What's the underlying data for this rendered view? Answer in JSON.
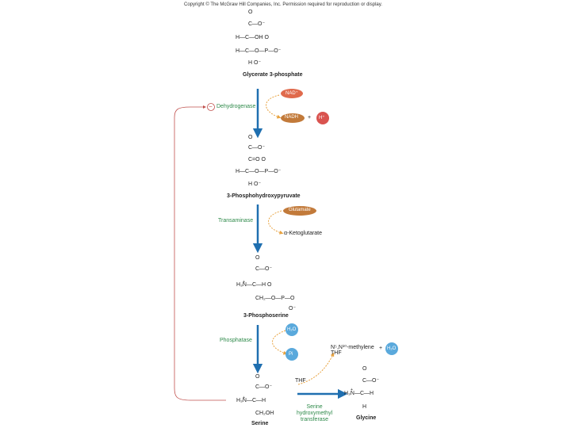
{
  "copyright": "Copyright © The McGraw Hill Companies, Inc. Permission required for reproduction or display.",
  "molecules": {
    "glycerate3p": {
      "name": "Glycerate 3-phosphate",
      "rows": [
        "O",
        "C—O⁻",
        "H—C—OH   O",
        "H—C—O—P—O⁻",
        "H              O⁻"
      ],
      "o_top": "O",
      "o_bottom": "O⁻"
    },
    "phosphohydroxypyruvate": {
      "name": "3-Phosphohydroxypyruvate",
      "rows": [
        "O",
        "C—O⁻",
        "C=O    O",
        "H—C—O—P—O⁻",
        "H              O⁻"
      ],
      "o_top": "O",
      "o_bottom": "O⁻"
    },
    "phosphoserine": {
      "name": "3-Phosphoserine",
      "rows": [
        "O",
        "C—O⁻",
        "H₃N—C—H          O",
        "CH₂—O—P—O",
        "O⁻"
      ],
      "plus": "+"
    },
    "serine": {
      "name": "Serine",
      "rows": [
        "O",
        "C—O⁻",
        "H₃N—C—H",
        "CH₂OH"
      ],
      "plus": "+"
    },
    "glycine": {
      "name": "Glycine",
      "rows": [
        "O",
        "C—O⁻",
        "H₃N—C—H",
        "H"
      ],
      "plus": "+"
    }
  },
  "enzymes": {
    "dehydrogenase": "Dehydrogenase",
    "transaminase": "Transaminase",
    "phosphatase": "Phosphatase",
    "shmt": [
      "Serine",
      "hydroxymethyl",
      "transferase"
    ]
  },
  "inhibition_symbol": "−",
  "cofactors": {
    "nad": "NAD⁺",
    "nadh": "NADH",
    "plus1": "+",
    "hplus": "H⁺",
    "glutamate": "Glutamate",
    "akg": "α-Ketoglutarate",
    "h2o": "H₂O",
    "pi": "Pi",
    "thf": "THF",
    "methylene_thf": [
      "N⁵,N¹⁰-methylene",
      "THF"
    ],
    "plus2": "+",
    "h2o_2": "H₂O"
  },
  "colors": {
    "main_arrow": "#1f6fb0",
    "side_arrow": "#e8a341",
    "feedback": "#c0504d",
    "enzyme_text": "#2e8a4a",
    "nad_fill": "#e06a4c",
    "nadh_fill": "#c27a3a",
    "glutamate_fill": "#c27a3a",
    "hplus_fill": "#d9534f",
    "water_fill": "#5aa9dc"
  }
}
